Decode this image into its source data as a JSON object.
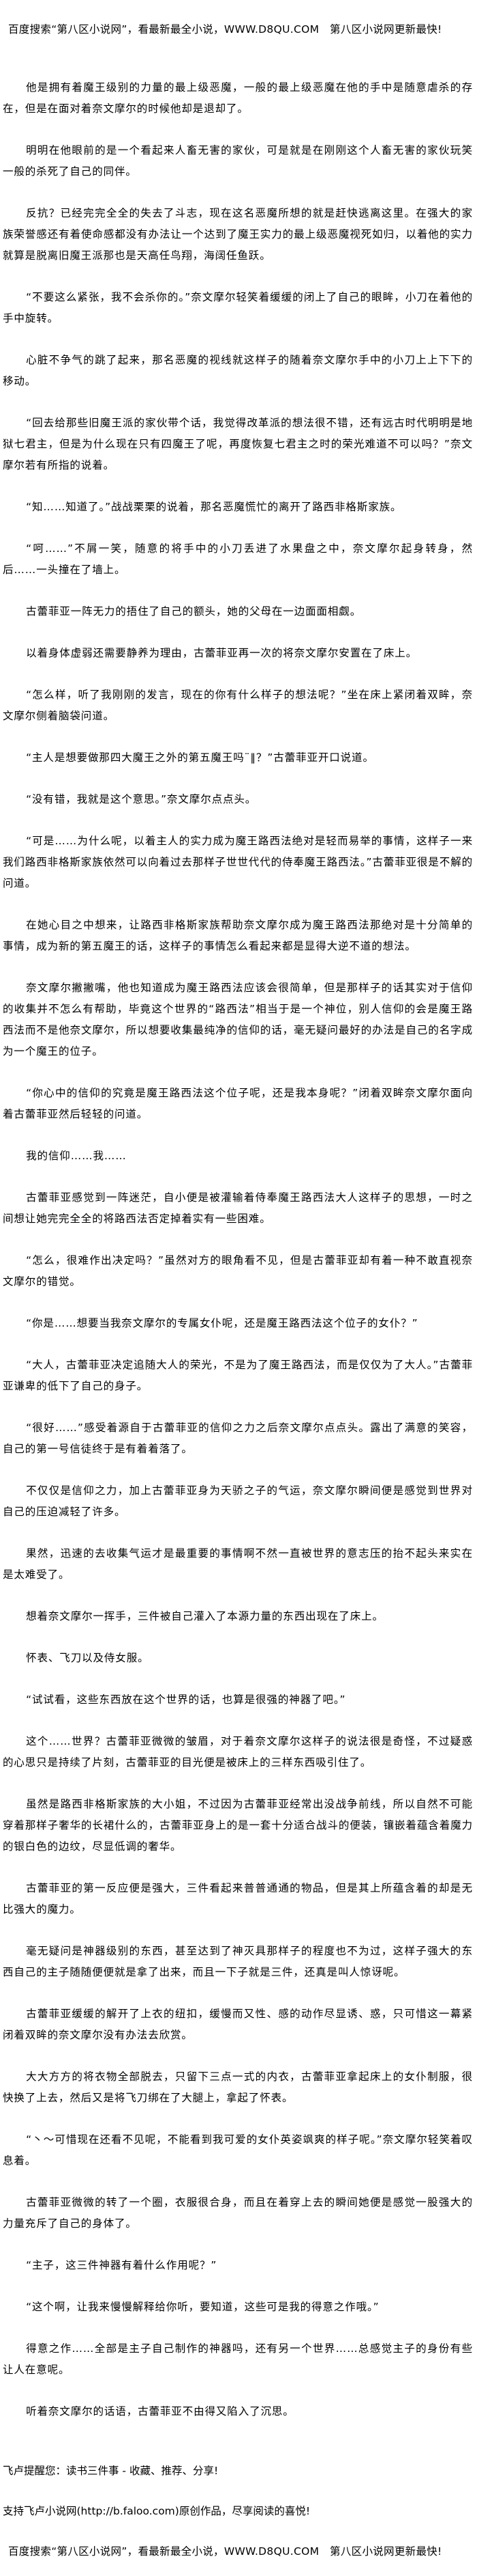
{
  "header": {
    "banner": "百度搜索“第八区小说网”，看最新最全小说，WWW.D8QU.COM　第八区小说网更新最快!"
  },
  "content": {
    "paragraphs": [
      "他是拥有着魔王级别的力量的最上级恶魔，一般的最上级恶魔在他的手中是随意虐杀的存在，但是在面对着奈文摩尔的时候他却是退却了。",
      "明明在他眼前的是一个看起来人畜无害的家伙，可是就是在刚刚这个人畜无害的家伙玩笑一般的杀死了自己的同伴。",
      "反抗？已经完完全全的失去了斗志，现在这名恶魔所想的就是赶快逃离这里。在强大的家族荣誉感还有着使命感都没有办法让一个达到了魔王实力的最上级恶魔视死如归，以着他的实力就算是脱离旧魔王派那也是天高任鸟翔，海阔任鱼跃。",
      "“不要这么紧张，我不会杀你的。”奈文摩尔轻笑着缓缓的闭上了自己的眼眸，小刀在着他的手中旋转。",
      "心脏不争气的跳了起来，那名恶魔的视线就这样子的随着奈文摩尔手中的小刀上上下下的移动。",
      "“回去给那些旧魔王派的家伙带个话，我觉得改革派的想法很不错，还有远古时代明明是地狱七君主，但是为什么现在只有四魔王了呢，再度恢复七君主之时的荣光难道不可以吗？”奈文摩尔若有所指的说着。",
      "“知……知道了。”战战栗栗的说着，那名恶魔慌忙的离开了路西非格斯家族。",
      "“呵……”不屑一笑，随意的将手中的小刀丢进了水果盘之中，奈文摩尔起身转身，然后……一头撞在了墙上。",
      "古蕾菲亚一阵无力的捂住了自己的额头，她的父母在一边面面相觑。",
      "以着身体虚弱还需要静养为理由，古蕾菲亚再一次的将奈文摩尔安置在了床上。",
      "“怎么样，听了我刚刚的发言，现在的你有什么样子的想法呢？”坐在床上紧闭着双眸，奈文摩尔侧着脑袋问道。",
      "“主人是想要做那四大魔王之外的第五魔王吗¨‖？”古蕾菲亚开口说道。",
      "“没有错，我就是这个意思。”奈文摩尔点点头。",
      "“可是……为什么呢，以着主人的实力成为魔王路西法绝对是轻而易举的事情，这样子一来我们路西非格斯家族依然可以向着过去那样子世世代代的侍奉魔王路西法。”古蕾菲亚很是不解的问道。",
      "在她心目之中想来，让路西非格斯家族帮助奈文摩尔成为魔王路西法那绝对是十分简单的事情，成为新的第五魔王的话，这样子的事情怎么看起来都是显得大逆不道的想法。",
      "奈文摩尔撇撇嘴，他也知道成为魔王路西法应该会很简单，但是那样子的话其实对于信仰的收集并不怎么有帮助，毕竟这个世界的“路西法”相当于是一个神位，别人信仰的会是魔王路西法而不是他奈文摩尔，所以想要收集最纯净的信仰的话，毫无疑问最好的办法是自己的名字成为一个魔王的位子。",
      "“你心中的信仰的究竟是魔王路西法这个位子呢，还是我本身呢？”闭着双眸奈文摩尔面向着古蕾菲亚然后轻轻的问道。",
      "我的信仰……我……",
      "古蕾菲亚感觉到一阵迷茫，自小便是被灌输着侍奉魔王路西法大人这样子的思想，一时之间想让她完完全全的将路西法否定掉着实有一些困难。",
      "“怎么，很难作出决定吗？”虽然对方的眼角看不见，但是古蕾菲亚却有着一种不敢直视奈文摩尔的错觉。",
      "“你是……想要当我奈文摩尔的专属女仆呢，还是魔王路西法这个位子的女仆？”",
      "“大人，古蕾菲亚决定追随大人的荣光，不是为了魔王路西法，而是仅仅为了大人。”古蕾菲亚谦卑的低下了自己的身子。",
      "“很好……”感受着源自于古蕾菲亚的信仰之力之后奈文摩尔点点头。露出了满意的笑容，自己的第一号信徒终于是有着着落了。",
      "不仅仅是信仰之力，加上古蕾菲亚身为天骄之子的气运，奈文摩尔瞬间便是感觉到世界对自己的压迫减轻了许多。",
      "果然，迅速的去收集气运才是最重要的事情啊不然一直被世界的意志压的抬不起头来实在是太难受了。",
      "想着奈文摩尔一挥手，三件被自己灌入了本源力量的东西出现在了床上。",
      "怀表、飞刀以及侍女服。",
      "“试试看，这些东西放在这个世界的话，也算是很强的神器了吧。”",
      "这个……世界？古蕾菲亚微微的皱眉，对于着奈文摩尔这样子的说法很是奇怪，不过疑惑的心思只是持续了片刻，古蕾菲亚的目光便是被床上的三样东西吸引住了。",
      "虽然是路西非格斯家族的大小姐，不过因为古蕾菲亚经常出没战争前线，所以自然不可能穿着那样子奢华的长裙什么的，古蕾菲亚身上的是一套十分适合战斗的便装，镶嵌着蕴含着魔力的银白色的边纹，尽显低调的奢华。",
      "古蕾菲亚的第一反应便是强大，三件看起来普普通通的物品，但是其上所蕴含着的却是无比强大的魔力。",
      "毫无疑问是神器级别的东西，甚至达到了神灭具那样子的程度也不为过，这样子强大的东西自己的主子随随便便就是拿了出来，而且一下子就是三件，还真是叫人惊讶呢。",
      "古蕾菲亚缓缓的解开了上衣的纽扣，缓慢而又性、感的动作尽显诱、惑，只可惜这一幕紧闭着双眸的奈文摩尔没有办法去欣赏。",
      "大大方方的将衣物全部脱去，只留下三点一式的内衣，古蕾菲亚拿起床上的女仆制服，很快换了上去，然后又是将飞刀绑在了大腿上，拿起了怀表。",
      "“丶～可惜现在还看不见呢，不能看到我可爱的女仆英姿飒爽的样子呢。”奈文摩尔轻笑着叹息着。",
      "古蕾菲亚微微的转了一个圈，衣服很合身，而且在着穿上去的瞬间她便是感觉一股强大的力量充斥了自己的身体了。",
      "“主子，这三件神器有着什么作用呢？”",
      "“这个啊，让我来慢慢解释给你听，要知道，这些可是我的得意之作哦。”",
      "得意之作……全部是主子自己制作的神器吗，还有另一个世界……总感觉主子的身份有些让人在意呢。",
      "听着奈文摩尔的话语，古蕾菲亚不由得又陷入了沉思。"
    ]
  },
  "footer": {
    "reminder": "飞卢提醒您：读书三件事 - 收藏、推荐、分享!",
    "support": "支持飞卢小说网(http://b.faloo.com)原创作品，尽享阅读的喜悦!",
    "banner": "百度搜索“第八区小说网”，看最新最全小说，WWW.D8QU.COM　第八区小说网更新最快!"
  }
}
